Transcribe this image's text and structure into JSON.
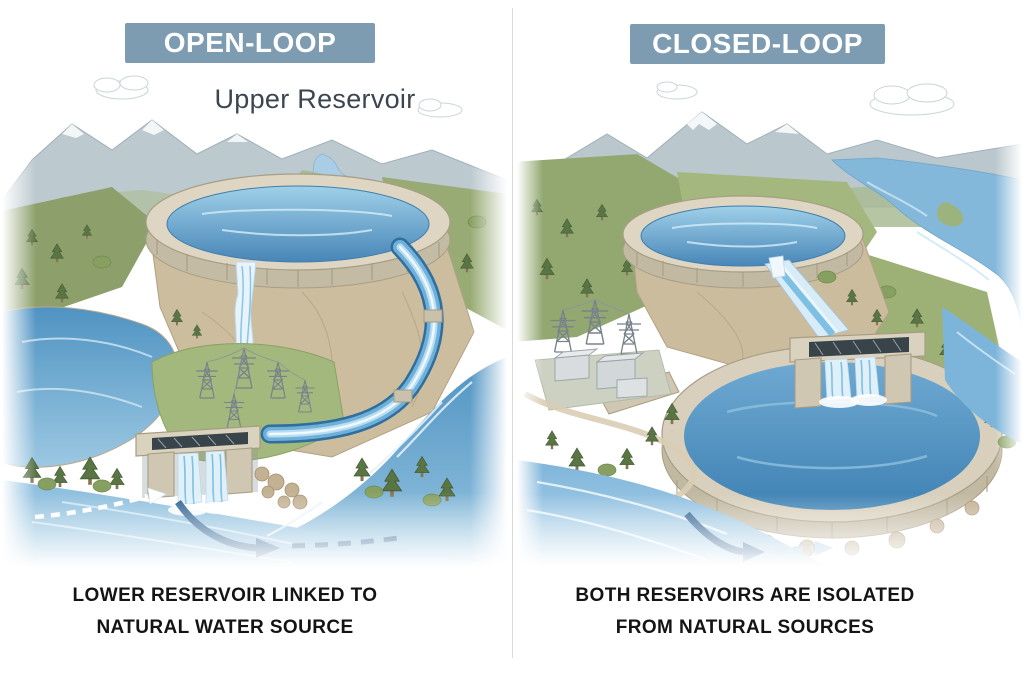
{
  "colors": {
    "header_bg": "#7d9cb2",
    "header_text": "#ffffff",
    "divider": "#d9d9d9",
    "caption_text": "#141414",
    "reservoir_label_text": "#3b4650",
    "flow_arrow_dark": "#2d5f8f",
    "flow_arrow_light": "#a9cce4",
    "water": "#5d9ec9"
  },
  "panels": [
    {
      "id": "open-loop",
      "title": "OPEN-LOOP",
      "reservoir_label": "Upper Reservoir",
      "caption_line1": "LOWER RESERVOIR LINKED TO",
      "caption_line2": "NATURAL WATER SOURCE",
      "scene_elements": [
        "upper-reservoir",
        "waterfall-spillway",
        "penstock",
        "powerhouse",
        "natural-river",
        "transmission-towers",
        "exchange-flow-arrows"
      ]
    },
    {
      "id": "closed-loop",
      "title": "CLOSED-LOOP",
      "caption_line1": "BOTH RESERVOIRS ARE ISOLATED",
      "caption_line2": "FROM NATURAL SOURCES",
      "scene_elements": [
        "upper-reservoir",
        "spillway-chute",
        "powerhouse",
        "lower-reservoir",
        "substation",
        "natural-river",
        "isolated-flow-arrow"
      ]
    }
  ]
}
